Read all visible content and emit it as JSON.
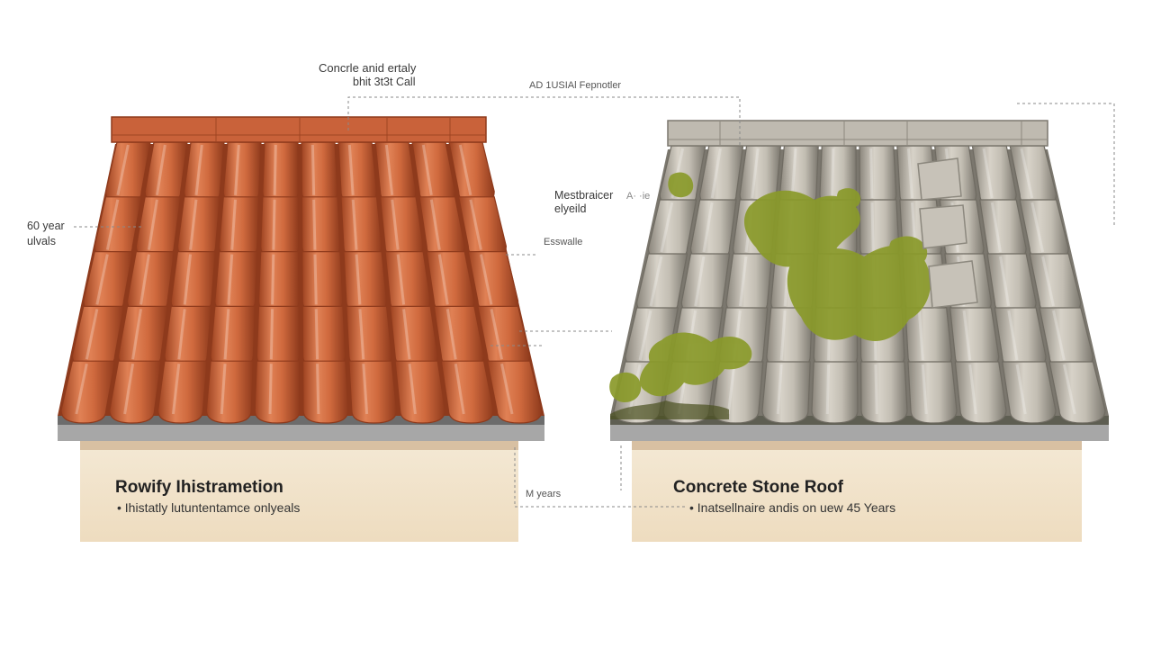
{
  "annotations": {
    "top_center_line1": "Concrle anid ertaly",
    "top_center_line2": "bhit 3t3t Call",
    "top_right": "AD 1USIAl Fepnotler",
    "left_years_line1": "60 year",
    "left_years_line2": "ulvals",
    "middle_line1": "Mestbraicer",
    "middle_line1_suffix": "A· ·ie",
    "middle_line2": "elyeild",
    "middle_small": "Esswalle",
    "bottom_years": "M years"
  },
  "left_panel": {
    "title": "Rowify Ihistrametion",
    "bullet": "Ihistatly lutuntentamce onlyeals"
  },
  "right_panel": {
    "title": "Concrete Stone Roof",
    "bullet": "Inatsellnaire andis on uew 45 Years"
  },
  "colors": {
    "clay_tile": "#d0683e",
    "clay_shadow": "#8e3a1c",
    "concrete_tile": "#bdb8ae",
    "concrete_shadow": "#7b776e",
    "moss": "#8a9a2a",
    "panel_bg": "#f1e4cc",
    "fascia": "#a6a6a6"
  }
}
